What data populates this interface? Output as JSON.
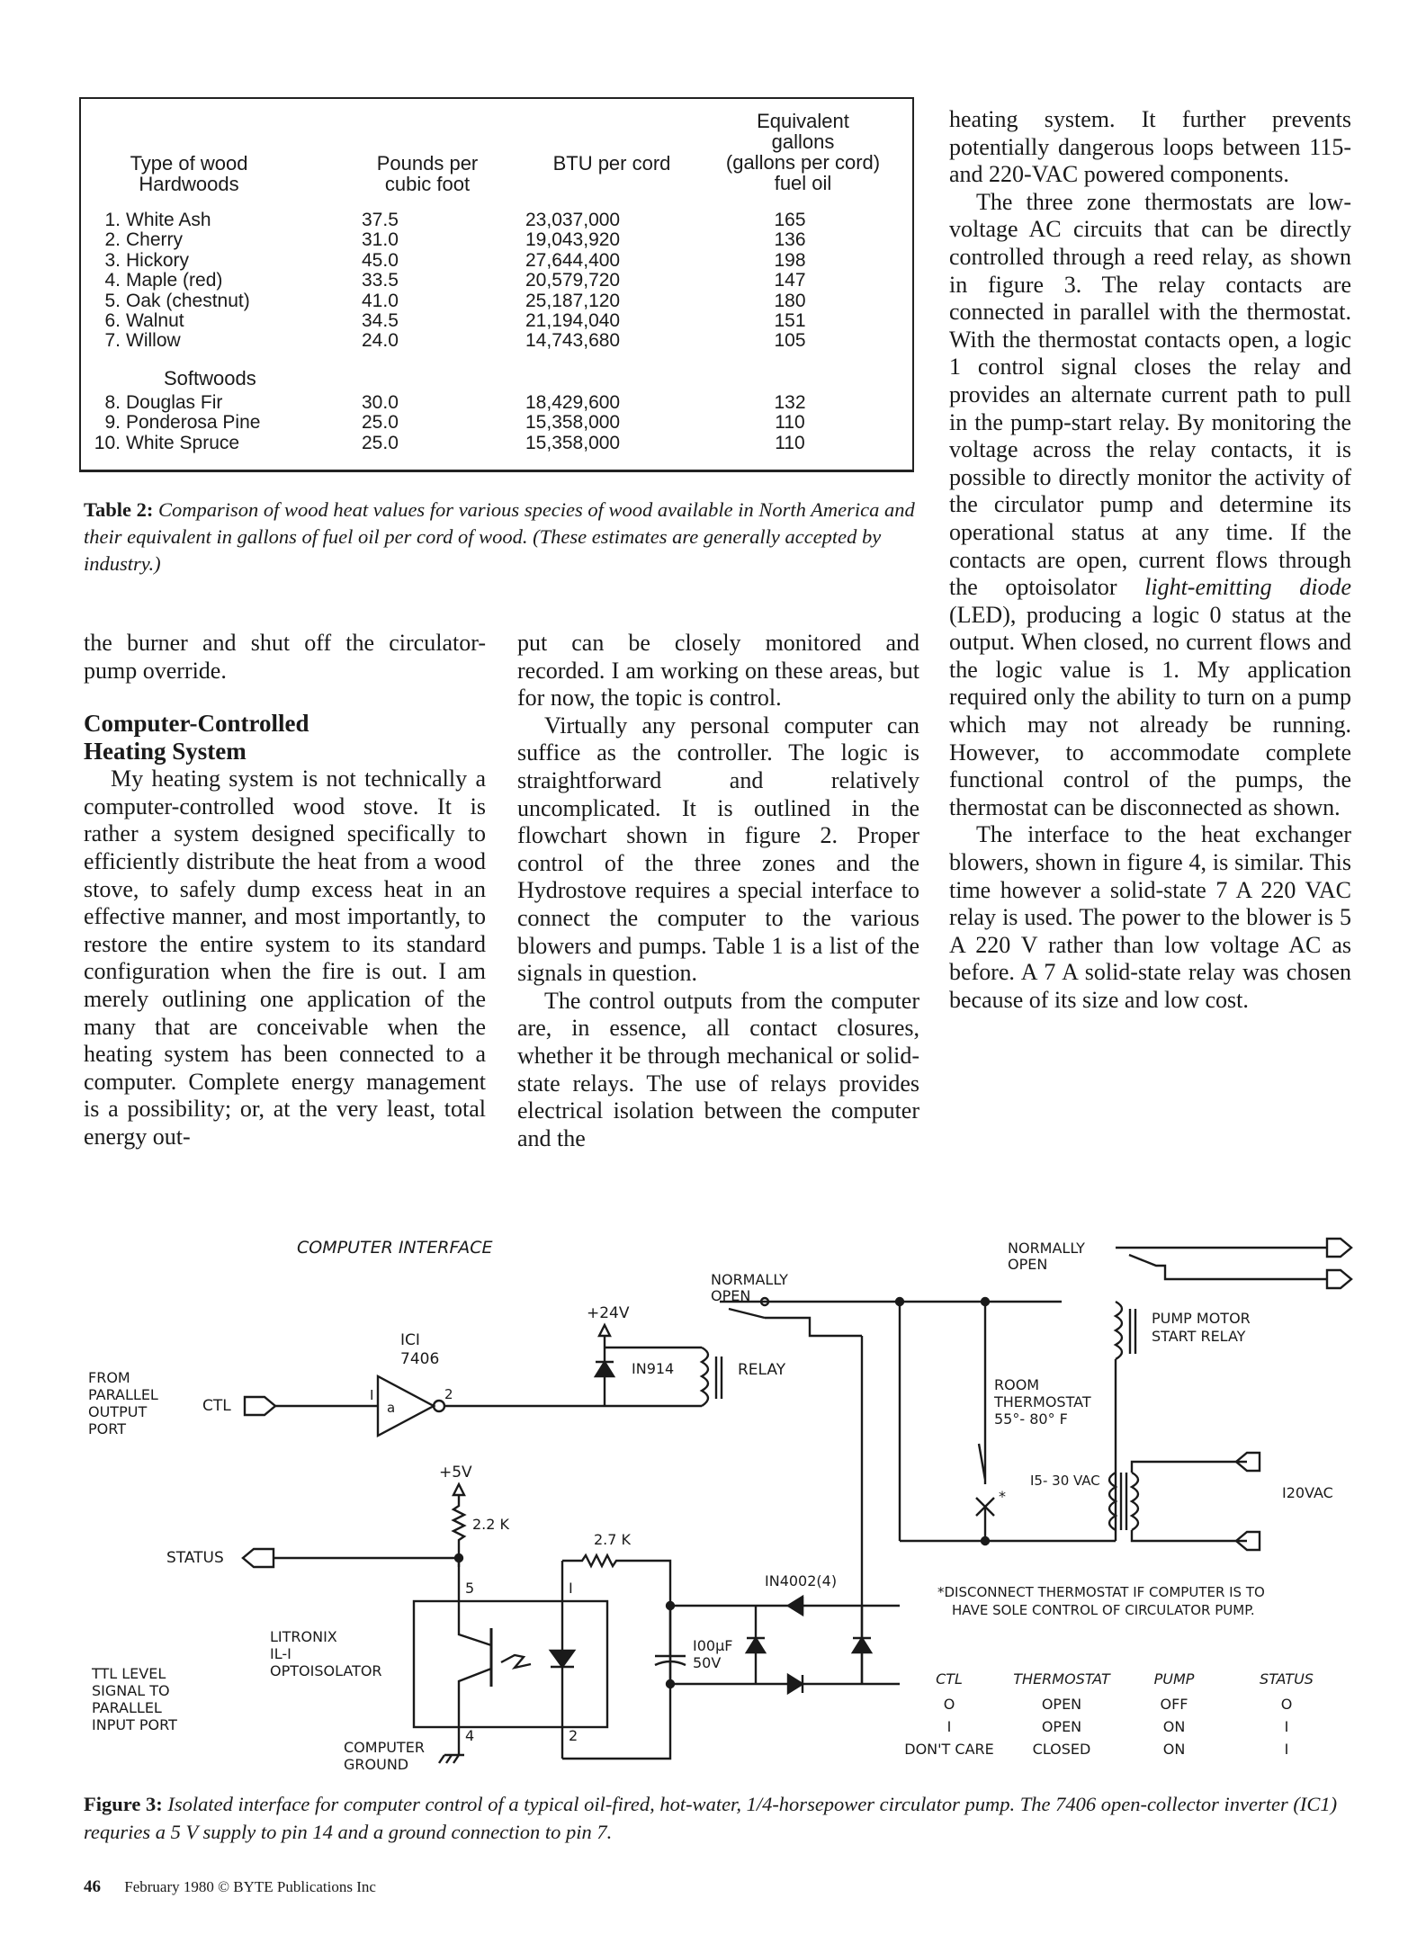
{
  "table": {
    "headers": {
      "type": "Type of wood",
      "type_sub": "Hardwoods",
      "pounds": "Pounds per",
      "pounds_sub": "cubic foot",
      "btu": "BTU per cord",
      "gal_1": "Equivalent",
      "gal_2": "gallons",
      "gal_3": "(gallons per cord)",
      "gal_4": "fuel oil"
    },
    "hardwoods": [
      {
        "num": "1.",
        "name": "White Ash",
        "pounds": "37.5",
        "btu": "23,037,000",
        "gallons": "165"
      },
      {
        "num": "2.",
        "name": "Cherry",
        "pounds": "31.0",
        "btu": "19,043,920",
        "gallons": "136"
      },
      {
        "num": "3.",
        "name": "Hickory",
        "pounds": "45.0",
        "btu": "27,644,400",
        "gallons": "198"
      },
      {
        "num": "4.",
        "name": "Maple (red)",
        "pounds": "33.5",
        "btu": "20,579,720",
        "gallons": "147"
      },
      {
        "num": "5.",
        "name": "Oak (chestnut)",
        "pounds": "41.0",
        "btu": "25,187,120",
        "gallons": "180"
      },
      {
        "num": "6.",
        "name": "Walnut",
        "pounds": "34.5",
        "btu": "21,194,040",
        "gallons": "151"
      },
      {
        "num": "7.",
        "name": "Willow",
        "pounds": "24.0",
        "btu": "14,743,680",
        "gallons": "105"
      }
    ],
    "softwoods_label": "Softwoods",
    "softwoods": [
      {
        "num": "8.",
        "name": "Douglas Fir",
        "pounds": "30.0",
        "btu": "18,429,600",
        "gallons": "132"
      },
      {
        "num": "9.",
        "name": "Ponderosa Pine",
        "pounds": "25.0",
        "btu": "15,358,000",
        "gallons": "110"
      },
      {
        "num": "10.",
        "name": "White Spruce",
        "pounds": "25.0",
        "btu": "15,358,000",
        "gallons": "110"
      }
    ],
    "caption_label": "Table 2:",
    "caption_text": "Comparison of wood heat values for various species of wood available in North America and their equivalent in gallons of fuel oil per cord of wood. (These estimates are generally accepted by industry.)"
  },
  "body": {
    "col1_p1": "the burner and shut off the circulator-pump override.",
    "col1_heading_1": "Computer-Controlled",
    "col1_heading_2": "Heating System",
    "col1_p2": "My heating system is not technically a computer-controlled wood stove. It is rather a system designed specifically to efficiently distribute the heat from a wood stove, to safely dump excess heat in an effective manner, and most importantly, to restore the entire system to its standard configuration when the fire is out. I am merely outlining one application of the many that are conceivable when the heating system has been connected to a computer. Complete energy management is a possibility; or, at the very least, total energy out-",
    "col2_p1": "put can be closely monitored and recorded. I am working on these areas, but for now, the topic is control.",
    "col2_p2": "Virtually any personal computer can suffice as the controller. The logic is straightforward and relatively uncomplicated. It is outlined in the flowchart shown in figure 2. Proper control of the three zones and the Hydrostove requires a special interface to connect the computer to the various blowers and pumps. Table 1 is a list of the signals in question.",
    "col2_p3": "The control outputs from the computer are, in essence, all contact closures, whether it be through mechanical or solid-state relays. The use of relays provides electrical isolation between the computer and the",
    "col3_p1": "heating system. It further prevents potentially dangerous loops between 115- and 220-VAC powered components.",
    "col3_p2a": "The three zone thermostats are low-voltage AC circuits that can be directly controlled through a reed relay, as shown in figure 3. The relay contacts are connected in parallel with the thermostat. With the thermostat contacts open, a logic 1 control signal closes the relay and provides an alternate current path to pull in the pump-start relay. By monitoring the voltage across the relay contacts, it is possible to directly monitor the activity of the circulator pump and determine its operational status at any time. If the contacts are open, current flows through the optoisolator ",
    "col3_p2_italic": "light-emitting diode",
    "col3_p2b": " (LED), producing a logic 0 status at the output. When closed, no current flows and the logic value is 1. My application required only the ability to turn on a pump which may not already be running. However, to accommodate complete functional control of the pumps, the thermostat can be disconnected as shown.",
    "col3_p3": "The interface to the heat exchanger blowers, shown in figure 4, is similar. This time however a solid-state 7 A 220 VAC relay is used. The power to the blower is 5 A 220 V rather than low voltage AC as before. A 7 A solid-state relay was chosen because of its size and low cost."
  },
  "figure": {
    "title": "COMPUTER INTERFACE",
    "from_port_1": "FROM",
    "from_port_2": "PARALLEL",
    "from_port_3": "OUTPUT",
    "from_port_4": "PORT",
    "ctl": "CTL",
    "ic1": "ICI",
    "ic1_part": "7406",
    "pin1": "I",
    "gate": "a",
    "pin2": "2",
    "v24": "+24V",
    "diode1": "IN914",
    "relay": "RELAY",
    "no1_1": "NORMALLY",
    "no1_2": "OPEN",
    "no2_1": "NORMALLY",
    "no2_2": "OPEN",
    "pump_relay_1": "PUMP MOTOR",
    "pump_relay_2": "START RELAY",
    "room_1": "ROOM",
    "room_2": "THERMOSTAT",
    "room_3": "55°- 80° F",
    "vac_low": "I5- 30 VAC",
    "vac_high": "I20VAC",
    "star": "*",
    "v5": "+5V",
    "r1": "2.2 K",
    "r2": "2.7 K",
    "status": "STATUS",
    "pin5": "5",
    "pin_1": "I",
    "pin4": "4",
    "pin_2": "2",
    "opto_1": "LITRONIX",
    "opto_2": "IL-I",
    "opto_3": "OPTOISOLATOR",
    "ttl_1": "TTL LEVEL",
    "ttl_2": "SIGNAL TO",
    "ttl_3": "PARALLEL",
    "ttl_4": "INPUT PORT",
    "gnd_1": "COMPUTER",
    "gnd_2": "GROUND",
    "diodes": "IN4002(4)",
    "cap_1": "I00μF",
    "cap_2": "50V",
    "note_1": "*DISCONNECT THERMOSTAT IF COMPUTER IS TO",
    "note_2": "HAVE SOLE CONTROL OF CIRCULATOR PUMP.",
    "truth_headers": [
      "CTL",
      "THERMOSTAT",
      "PUMP",
      "STATUS"
    ],
    "truth_rows": [
      [
        "O",
        "OPEN",
        "OFF",
        "O"
      ],
      [
        "I",
        "OPEN",
        "ON",
        "I"
      ],
      [
        "DON'T CARE",
        "CLOSED",
        "ON",
        "I"
      ]
    ],
    "caption_label": "Figure 3:",
    "caption_text": "Isolated interface for computer control of a typical oil-fired, hot-water, 1/4-horsepower circulator pump. The 7406 open-collector inverter (IC1) requries a 5 V supply to pin 14 and a ground connection to pin 7."
  },
  "footer": {
    "page": "46",
    "text": "February 1980 © BYTE Publications Inc"
  }
}
